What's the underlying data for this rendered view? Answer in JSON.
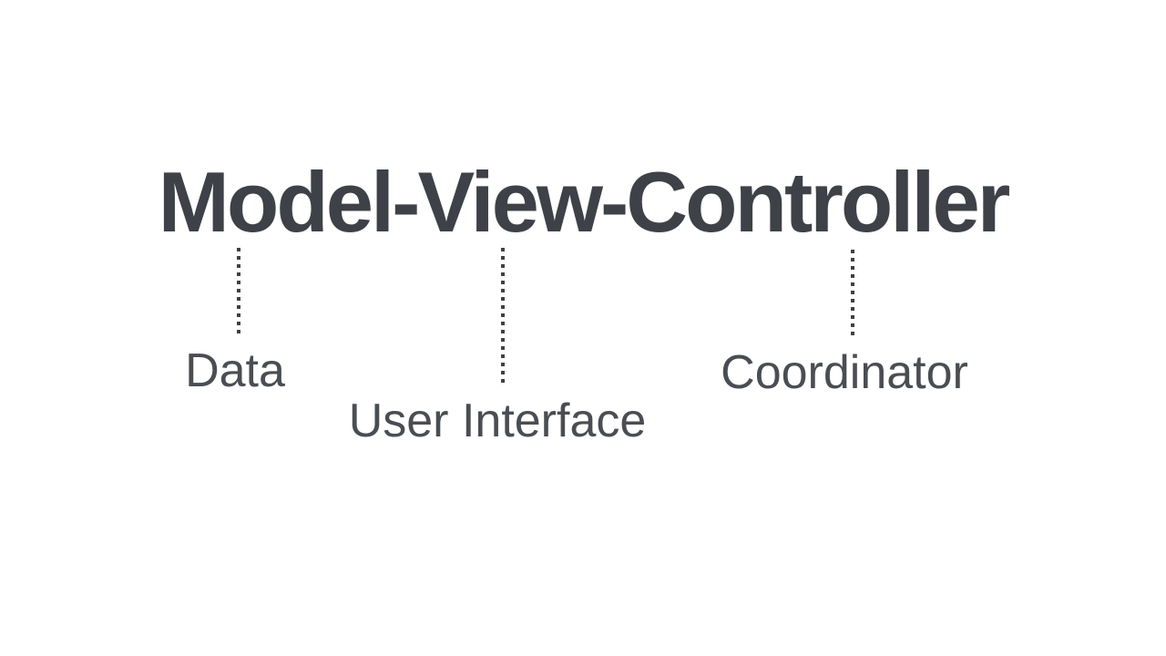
{
  "colors": {
    "background": "#ffffff",
    "title_text": "#3e4147",
    "label_text": "#4a4d52",
    "connector_dots": "#3e4147"
  },
  "title": "Model-View-Controller",
  "annotations": [
    {
      "term": "Model",
      "label": "Data"
    },
    {
      "term": "View",
      "label": "User Interface"
    },
    {
      "term": "Controller",
      "label": "Coordinator"
    }
  ]
}
